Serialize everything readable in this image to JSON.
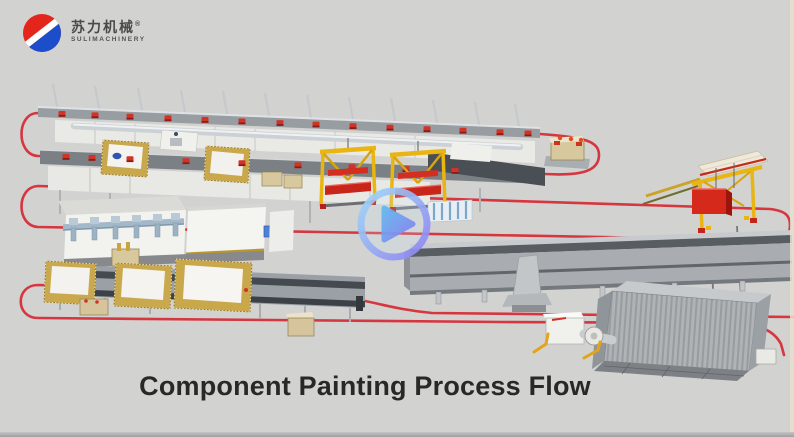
{
  "header": {
    "logo": {
      "brand_cn": "苏力机械",
      "reg_mark": "®",
      "brand_en": "SULIMACHINERY"
    }
  },
  "video": {
    "caption": "Component Painting Process Flow"
  },
  "palette": {
    "background": "#d2d2d1",
    "conveyor_path_red": "#d6363f",
    "machine_yellow": "#e9b512",
    "platform_gold": "#c9a84c",
    "logo_red": "#e3251c",
    "logo_blue": "#1c4ecb",
    "play_gradient_start": "#9fd9f8",
    "play_gradient_end": "#8f83f2"
  },
  "scene_elements": [
    "power-free-rail-loop",
    "overhead-conveyor-line",
    "carrier-trolleys",
    "transfer-lifters",
    "rail-end-station",
    "gantry-loader",
    "drying-oven",
    "floor-conveyor",
    "lifting-platforms",
    "spray-booth-line",
    "paint-booth-container",
    "loading-machine"
  ]
}
